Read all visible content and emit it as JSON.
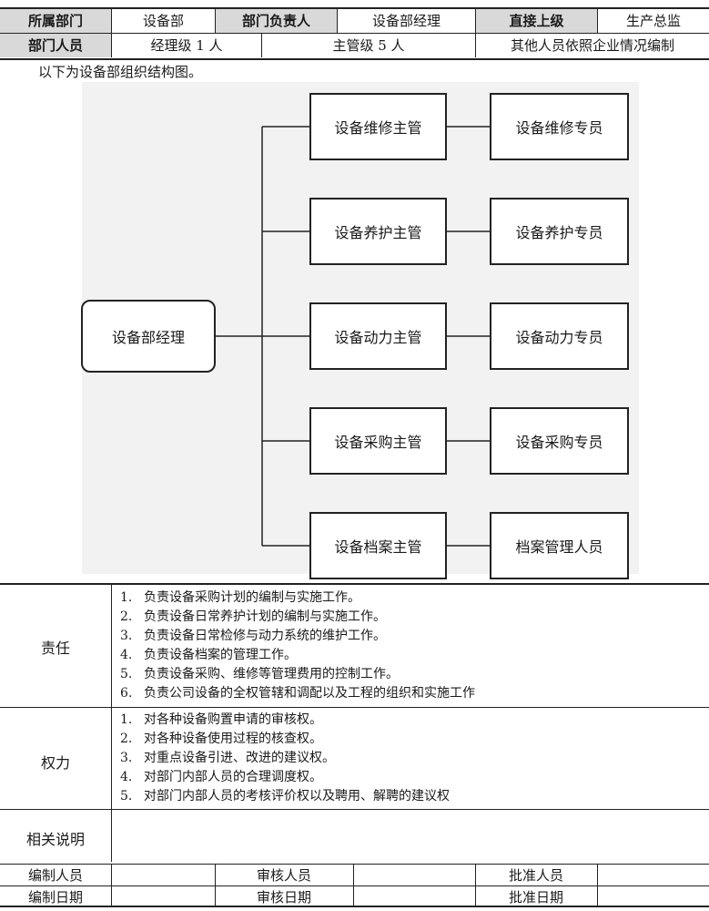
{
  "header": {
    "row1": {
      "dept_label": "所属部门",
      "dept_value": "设备部",
      "head_label": "部门负责人",
      "head_value": "设备部经理",
      "superior_label": "直接上级",
      "superior_value": "生产总监"
    },
    "row2": {
      "staff_label": "部门人员",
      "manager_count": "经理级 1 人",
      "supervisor_count": "主管级 5 人",
      "others_note": "其他人员依照企业情况编制"
    }
  },
  "intro_text": "以下为设备部组织结构图。",
  "org_chart": {
    "root": "设备部经理",
    "branches": [
      {
        "supervisor": "设备维修主管",
        "staff": "设备维修专员"
      },
      {
        "supervisor": "设备养护主管",
        "staff": "设备养护专员"
      },
      {
        "supervisor": "设备动力主管",
        "staff": "设备动力专员"
      },
      {
        "supervisor": "设备采购主管",
        "staff": "设备采购专员"
      },
      {
        "supervisor": "设备档案主管",
        "staff": "档案管理人员"
      }
    ]
  },
  "responsibilities": {
    "label": "责任",
    "items": [
      {
        "num": "1.",
        "text": "负责设备采购计划的编制与实施工作。"
      },
      {
        "num": "2.",
        "text": "负责设备日常养护计划的编制与实施工作。"
      },
      {
        "num": "3.",
        "text": "负责设备日常检修与动力系统的维护工作。"
      },
      {
        "num": "4.",
        "text": "负责设备档案的管理工作。"
      },
      {
        "num": "5.",
        "text": "负责设备采购、维修等管理费用的控制工作。"
      },
      {
        "num": "6.",
        "text": "负责公司设备的全权管辖和调配以及工程的组织和实施工作"
      }
    ]
  },
  "authority": {
    "label": "权力",
    "items": [
      {
        "num": "1.",
        "text": "对各种设备购置申请的审核权。"
      },
      {
        "num": "2.",
        "text": "对各种设备使用过程的核查权。"
      },
      {
        "num": "3.",
        "text": "对重点设备引进、改进的建议权。"
      },
      {
        "num": "4.",
        "text": "对部门内部人员的合理调度权。"
      },
      {
        "num": "5.",
        "text": "对部门内部人员的考核评价权以及聘用、解聘的建议权"
      }
    ]
  },
  "notes": {
    "label": "相关说明",
    "value": ""
  },
  "signoff": {
    "prepared_by": "编制人员",
    "reviewed_by": "审核人员",
    "approved_by": "批准人员",
    "prepared_date": "编制日期",
    "reviewed_date": "审核日期",
    "approved_date": "批准日期"
  }
}
